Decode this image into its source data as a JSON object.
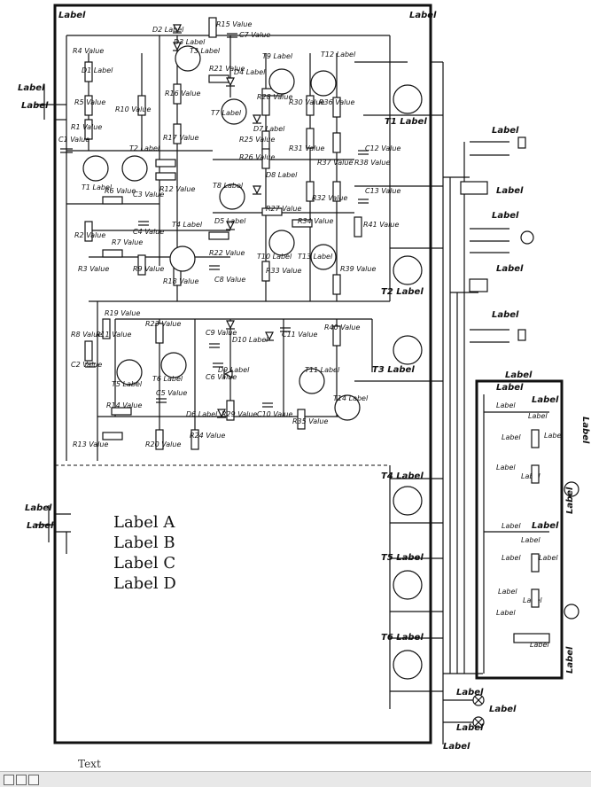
{
  "caption": {
    "lines": [
      "Label A",
      "Label B",
      "Label C",
      "Label D"
    ]
  },
  "bottom_text": "Text",
  "boards": {
    "main": "Label",
    "u6": "Label",
    "u8": "Label",
    "it1": "Label"
  },
  "connectors": {
    "u5_top": "Label",
    "u5_top_pin": "Label",
    "u5_bottom": "Label",
    "u5_bottom_pin": "Label",
    "sh7": "Label",
    "sh9": "Label",
    "sh6": "Label",
    "v3": "Label",
    "sg5": "Label"
  },
  "transistors": [
    {
      "id": "T1",
      "type": "Label"
    },
    {
      "id": "T2",
      "type": "Label"
    },
    {
      "id": "T3",
      "type": "Label"
    },
    {
      "id": "T4",
      "type": "Label"
    },
    {
      "id": "T5",
      "type": "Label"
    },
    {
      "id": "T6",
      "type": "Label"
    },
    {
      "id": "T7",
      "type": "Label"
    },
    {
      "id": "T8",
      "type": "Label"
    },
    {
      "id": "T9",
      "type": "Label"
    },
    {
      "id": "T10",
      "type": "Label"
    },
    {
      "id": "T11",
      "type": "Label"
    },
    {
      "id": "T12",
      "type": "Label"
    },
    {
      "id": "T13",
      "type": "Label"
    },
    {
      "id": "T14",
      "type": "Label"
    }
  ],
  "output_transistors": [
    {
      "id": "T1",
      "type": "Label"
    },
    {
      "id": "T2",
      "type": "Label"
    },
    {
      "id": "T3",
      "type": "Label"
    },
    {
      "id": "T4",
      "type": "Label"
    },
    {
      "id": "T5",
      "type": "Label"
    },
    {
      "id": "T6",
      "type": "Label"
    }
  ],
  "resistors": [
    {
      "id": "R1",
      "value": "Value"
    },
    {
      "id": "R2",
      "value": "Value"
    },
    {
      "id": "R3",
      "value": "Value"
    },
    {
      "id": "R4",
      "value": "Value"
    },
    {
      "id": "R5",
      "value": "Value"
    },
    {
      "id": "R6",
      "value": "Value"
    },
    {
      "id": "R7",
      "value": "Value"
    },
    {
      "id": "R8",
      "value": "Value"
    },
    {
      "id": "R9",
      "value": "Value"
    },
    {
      "id": "R10",
      "value": "Value"
    },
    {
      "id": "R11",
      "value": "Value"
    },
    {
      "id": "R12",
      "value": "Value"
    },
    {
      "id": "R13",
      "value": "Value"
    },
    {
      "id": "R14",
      "value": "Value"
    },
    {
      "id": "R15",
      "value": "Value"
    },
    {
      "id": "R16",
      "value": "Value"
    },
    {
      "id": "R17",
      "value": "Value"
    },
    {
      "id": "R18",
      "value": "Value"
    },
    {
      "id": "R19",
      "value": "Value"
    },
    {
      "id": "R20",
      "value": "Value"
    },
    {
      "id": "R21",
      "value": "Value"
    },
    {
      "id": "R22",
      "value": "Value"
    },
    {
      "id": "R23",
      "value": "Value"
    },
    {
      "id": "R24",
      "value": "Value"
    },
    {
      "id": "R25",
      "value": "Value"
    },
    {
      "id": "R26",
      "value": "Value"
    },
    {
      "id": "R27",
      "value": "Value"
    },
    {
      "id": "R28",
      "value": "Value"
    },
    {
      "id": "R29",
      "value": "Value"
    },
    {
      "id": "R30",
      "value": "Value"
    },
    {
      "id": "R31",
      "value": "Value"
    },
    {
      "id": "R32",
      "value": "Value"
    },
    {
      "id": "R33",
      "value": "Value"
    },
    {
      "id": "R34",
      "value": "Value"
    },
    {
      "id": "R35",
      "value": "Value"
    },
    {
      "id": "R36",
      "value": "Value"
    },
    {
      "id": "R37",
      "value": "Value"
    },
    {
      "id": "R38",
      "value": "Value"
    },
    {
      "id": "R39",
      "value": "Value"
    },
    {
      "id": "R40",
      "value": "Value"
    },
    {
      "id": "R41",
      "value": "Value"
    }
  ],
  "capacitors": [
    {
      "id": "C1",
      "value": "Value"
    },
    {
      "id": "C2",
      "value": "Value"
    },
    {
      "id": "C3",
      "value": "Value"
    },
    {
      "id": "C4",
      "value": "Value"
    },
    {
      "id": "C5",
      "value": "Value"
    },
    {
      "id": "C6",
      "value": "Value"
    },
    {
      "id": "C7",
      "value": "Value"
    },
    {
      "id": "C8",
      "value": "Value"
    },
    {
      "id": "C9",
      "value": "Value"
    },
    {
      "id": "C10",
      "value": "Value"
    },
    {
      "id": "C11",
      "value": "Value"
    },
    {
      "id": "C12",
      "value": "Value"
    },
    {
      "id": "C13",
      "value": "Value"
    }
  ],
  "diodes": [
    {
      "id": "D1",
      "type": "Label"
    },
    {
      "id": "D2",
      "type": "Label"
    },
    {
      "id": "D3",
      "type": "Label"
    },
    {
      "id": "D4",
      "type": "Label"
    },
    {
      "id": "D5",
      "type": "Label"
    },
    {
      "id": "D6",
      "type": "Label"
    },
    {
      "id": "D7",
      "type": "Label"
    },
    {
      "id": "D8",
      "type": "Label"
    },
    {
      "id": "D9",
      "type": "Label"
    },
    {
      "id": "D10",
      "type": "Label"
    }
  ],
  "u8": {
    "lk": "Label",
    "pk": "Label",
    "level": "Label",
    "ip1": "Label",
    "ip2": "Label",
    "r3": "Label",
    "d3": "Label",
    "c1": "Label",
    "d1": "Label",
    "r5": "Label",
    "r7": "Label",
    "r4": "Label",
    "d4": "Label",
    "c2": "Label",
    "d2": "Label",
    "r6": "Label",
    "r8": "Label",
    "r1": "Label",
    "r2": "Label"
  },
  "lamps": {
    "l9": "Label",
    "l10": "Label",
    "overload": "Label",
    "to_bp": "Label"
  },
  "colors": {
    "ink": "#111111",
    "paper": "#ffffff",
    "statusbar": "#e8e8e8"
  }
}
